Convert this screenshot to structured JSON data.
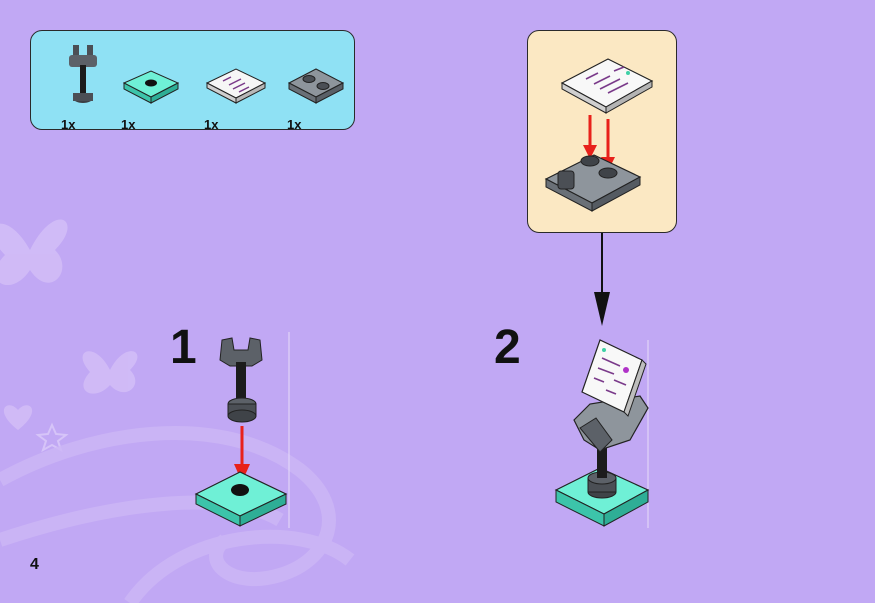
{
  "page_number": "4",
  "parts_list": [
    {
      "name": "antenna-stand-icon",
      "qty": "1x"
    },
    {
      "name": "turquoise-plate-icon",
      "qty": "1x"
    },
    {
      "name": "printed-tile-icon",
      "qty": "1x"
    },
    {
      "name": "grey-hinge-plate-icon",
      "qty": "1x"
    }
  ],
  "steps": [
    {
      "number": "1"
    },
    {
      "number": "2"
    }
  ],
  "colors": {
    "background": "#c1a8f4",
    "parts_box": "#8fe1f4",
    "subassembly_box": "#fbe8c3",
    "arrow": "#e8211a",
    "turquoise": "#5fe0c8",
    "dark_grey": "#4b4f55"
  }
}
